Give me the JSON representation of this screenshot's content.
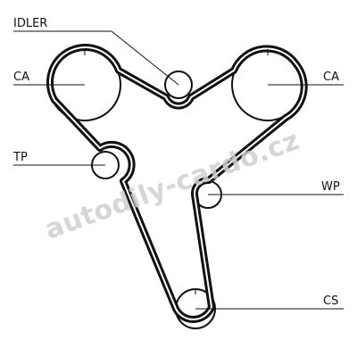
{
  "labels": {
    "idler": "IDLER",
    "ca_left": "CA",
    "ca_right": "CA",
    "tp": "TP",
    "wp": "WP",
    "cs": "CS"
  },
  "watermark": "autodily-cardo.cz",
  "colors": {
    "line": "#111111",
    "background": "#ffffff",
    "watermark": "#cfcfcf"
  }
}
